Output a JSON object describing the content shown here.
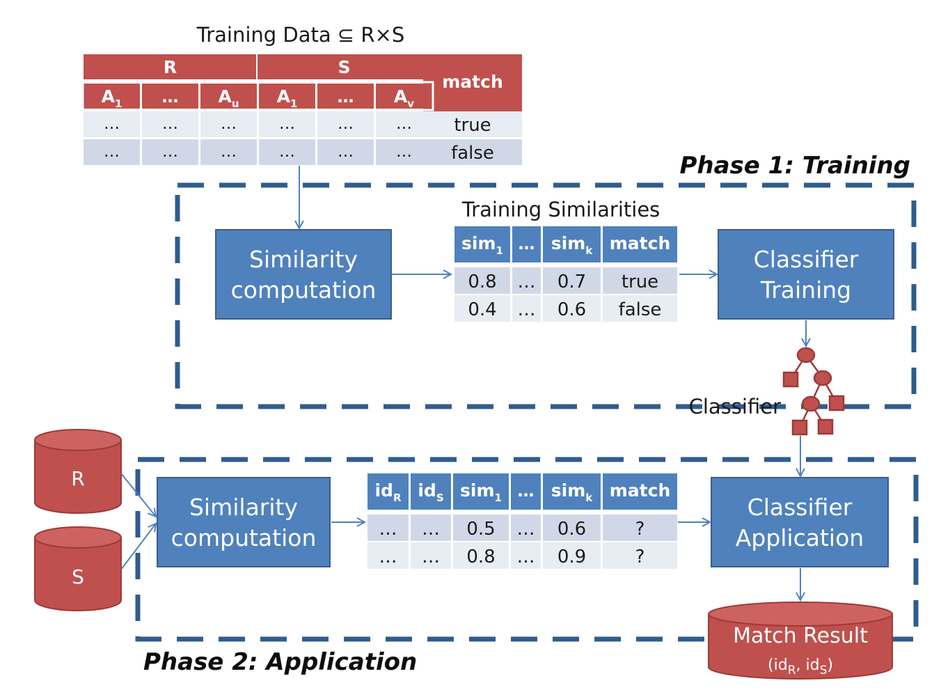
{
  "training_data": {
    "title": "Training Data ⊆ R×S",
    "group_r": "R",
    "group_s": "S",
    "match_header": "match",
    "attrs": [
      {
        "base": "A",
        "sub": "1"
      },
      {
        "base": "…",
        "sub": ""
      },
      {
        "base": "A",
        "sub": "u"
      },
      {
        "base": "A",
        "sub": "1"
      },
      {
        "base": "…",
        "sub": ""
      },
      {
        "base": "A",
        "sub": "v"
      }
    ],
    "rows": [
      {
        "cells": [
          "…",
          "…",
          "…",
          "…",
          "…",
          "…"
        ],
        "match": "true"
      },
      {
        "cells": [
          "…",
          "…",
          "…",
          "…",
          "…",
          "…"
        ],
        "match": "false"
      }
    ]
  },
  "phase1": {
    "title": "Phase 1: Training",
    "similarity_box": [
      "Similarity",
      "computation"
    ],
    "classifier_box": [
      "Classifier",
      "Training"
    ],
    "sim_table": {
      "title": "Training  Similarities",
      "headers": [
        {
          "base": "sim",
          "sub": "1"
        },
        {
          "base": "…",
          "sub": ""
        },
        {
          "base": "sim",
          "sub": "k"
        },
        {
          "base": "match",
          "sub": ""
        }
      ],
      "rows": [
        [
          "0.8",
          "…",
          "0.7",
          "true"
        ],
        [
          "0.4",
          "…",
          "0.6",
          "false"
        ]
      ]
    }
  },
  "classifier_label": "Classifier",
  "phase2": {
    "title": "Phase 2: Application",
    "source_r": "R",
    "source_s": "S",
    "similarity_box": [
      "Similarity",
      "computation"
    ],
    "classifier_box": [
      "Classifier",
      "Application"
    ],
    "sim_table": {
      "headers": [
        {
          "base": "id",
          "sub": "R"
        },
        {
          "base": "id",
          "sub": "S"
        },
        {
          "base": "sim",
          "sub": "1"
        },
        {
          "base": "…",
          "sub": ""
        },
        {
          "base": "sim",
          "sub": "k"
        },
        {
          "base": "match",
          "sub": ""
        }
      ],
      "rows": [
        [
          "…",
          "…",
          "0.5",
          "…",
          "0.6",
          "?"
        ],
        [
          "…",
          "…",
          "0.8",
          "…",
          "0.9",
          "?"
        ]
      ]
    },
    "result": {
      "title": "Match Result",
      "ids": [
        {
          "base": "id",
          "sub": "R"
        },
        {
          "base": "id",
          "sub": "S"
        }
      ]
    }
  },
  "colors": {
    "red": "#c0504d",
    "red_dark": "#9c3a37",
    "blue": "#4f81bd",
    "blue_dark": "#385d8a",
    "dash": "#2f5c8f",
    "row_light": "#e8ecf3",
    "row_dark": "#d0d8e8",
    "arrow": "#4f81bd"
  }
}
